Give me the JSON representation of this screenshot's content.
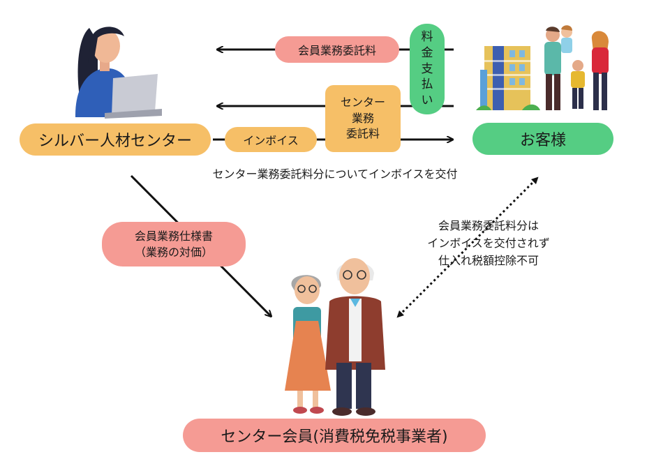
{
  "nodes": {
    "silver_center": "シルバー人材センター",
    "customer": "お客様",
    "member": "センター会員(消費税免税事業者)"
  },
  "labels": {
    "member_fee": "会員業務委託料",
    "payment": [
      "料",
      "金",
      "支",
      "払",
      "い"
    ],
    "center_fee": [
      "センター",
      "業務",
      "委託料"
    ],
    "invoice": "インボイス",
    "invoice_note": "センター業務委託料分についてインボイスを交付",
    "spec_doc": [
      "会員業務仕様書",
      "（業務の対価）"
    ],
    "no_invoice_note": [
      "会員業務委託料分は",
      "インボイスを交付されず",
      "仕入れ税額控除不可"
    ]
  },
  "colors": {
    "orange": "#f6bf67",
    "pink": "#f59b94",
    "green": "#55cd83"
  },
  "icons": {
    "center_staff": "woman-with-laptop-icon",
    "customer": "family-with-building-icon",
    "member": "elderly-couple-icon"
  }
}
